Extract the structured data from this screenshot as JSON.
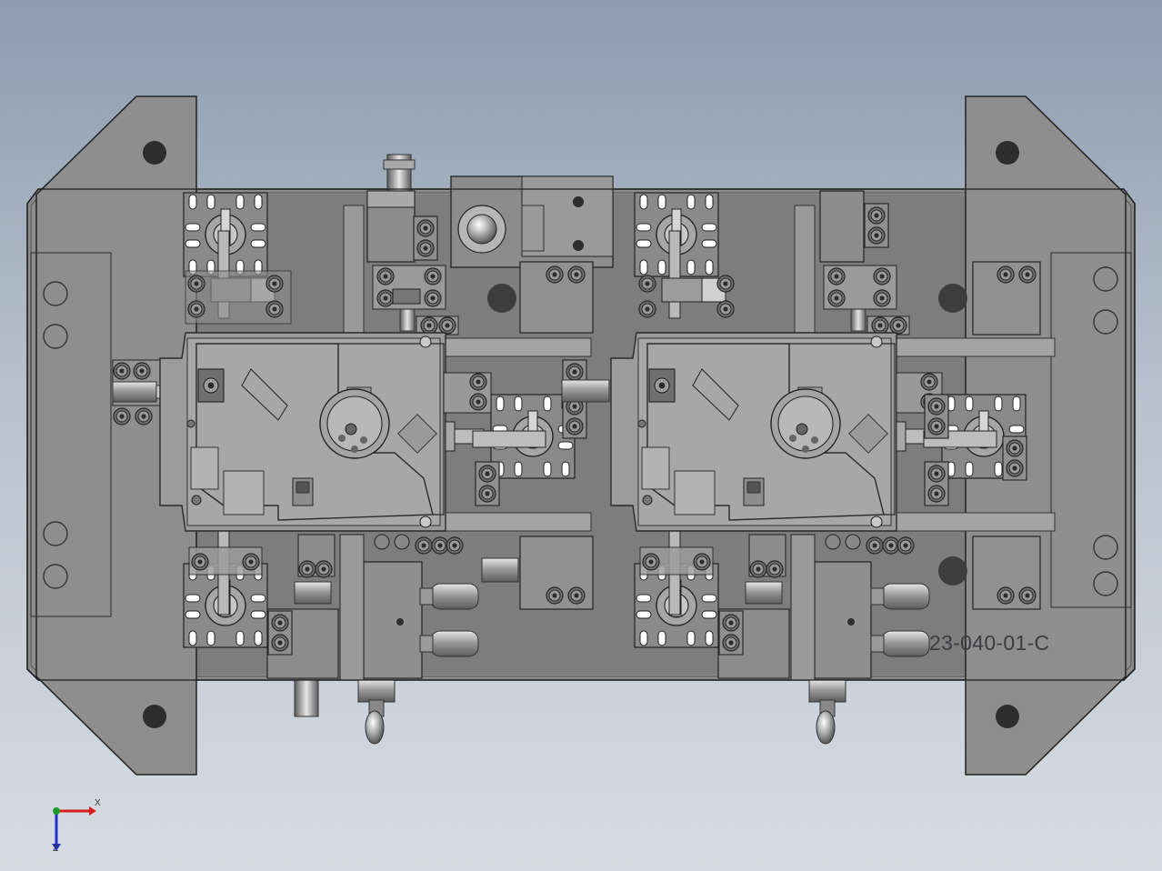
{
  "viewport": {
    "background_top": "#8e9cb0",
    "background_bottom": "#d7dce3",
    "part_label": "23-040-01-C"
  },
  "colors": {
    "base_plate": "#8f8f8f",
    "plate_edge": "#3a3a3a",
    "part_fill": "#a3a3a3",
    "dark_part": "#5a5a5a",
    "hole": "#2d2d2d",
    "axis_x": "#d62020",
    "axis_y": "#1e9a2a",
    "axis_z": "#2030c8"
  },
  "triad": {
    "x_label": "X",
    "z_label": "Z"
  }
}
